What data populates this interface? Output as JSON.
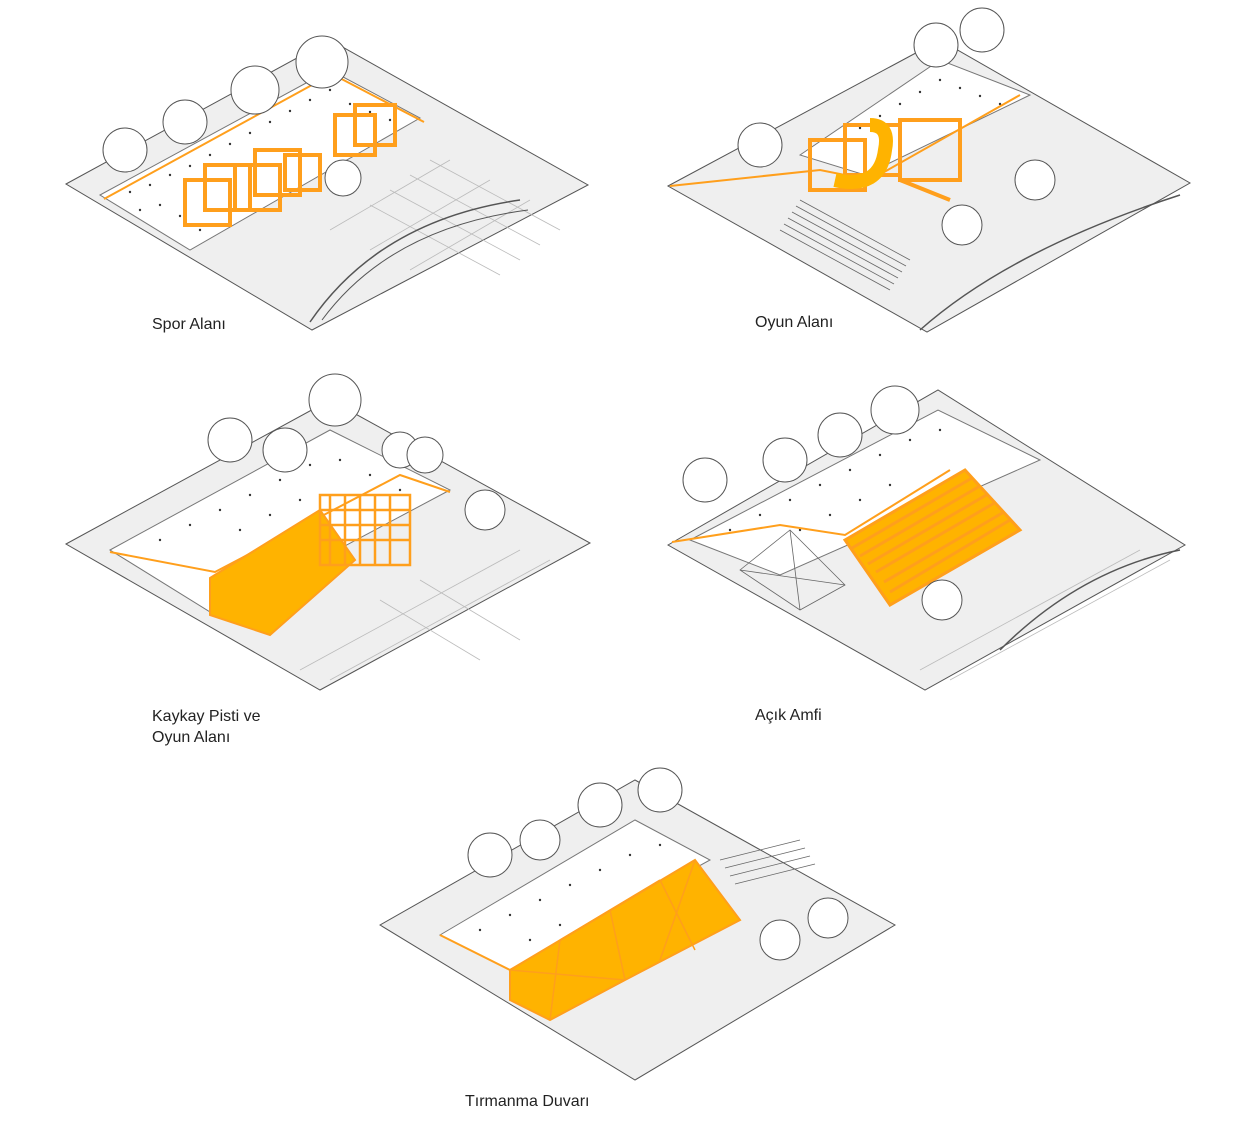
{
  "colors": {
    "accent": "#ff9f1c",
    "fill": "#ffb300",
    "ground": "#e9e9e9",
    "line": "#555555"
  },
  "panels": [
    {
      "key": "spor",
      "caption": "Spor Alanı"
    },
    {
      "key": "oyun",
      "caption": "Oyun Alanı"
    },
    {
      "key": "kaykay",
      "caption_line1": "Kaykay Pisti ve",
      "caption_line2": "Oyun Alanı"
    },
    {
      "key": "amfi",
      "caption": "Açık Amfi"
    },
    {
      "key": "tirmanma",
      "caption": "Tırmanma Duvarı"
    }
  ]
}
